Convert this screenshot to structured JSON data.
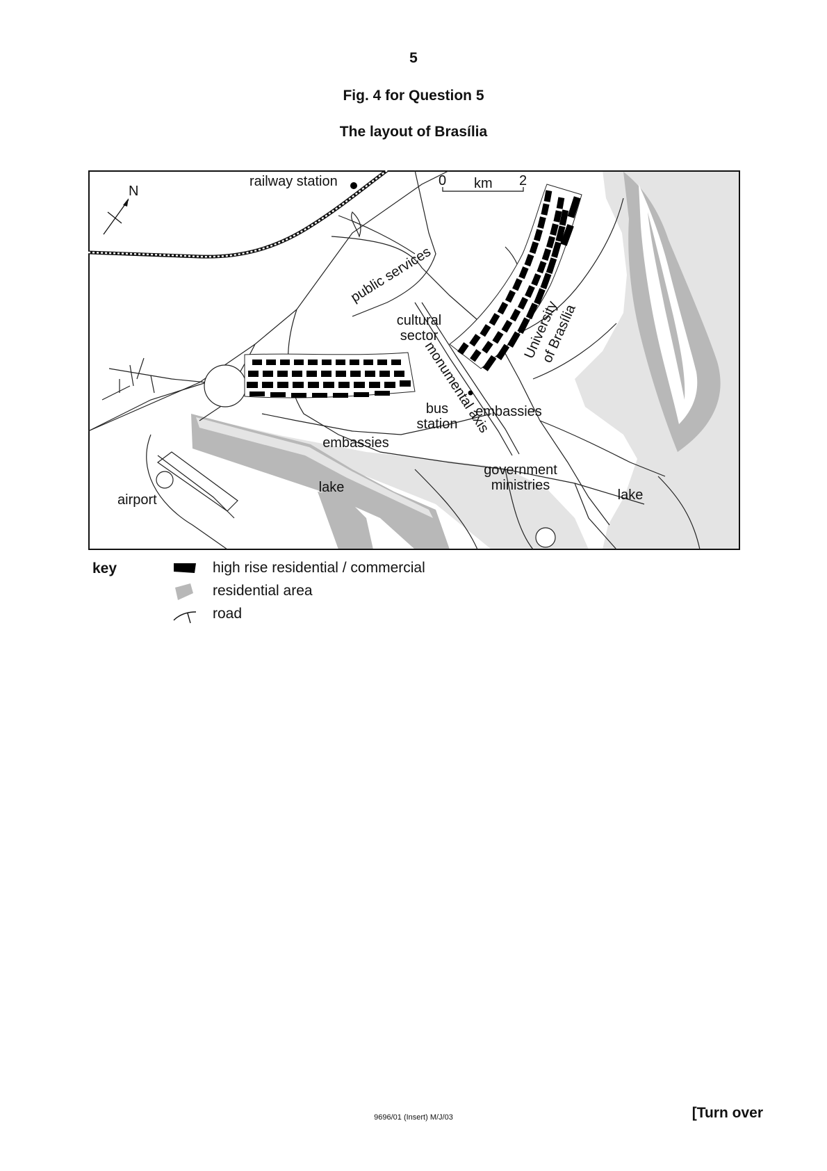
{
  "page": {
    "number": "5",
    "caption": "Fig. 4 for Question 5",
    "title": "The layout of Brasília"
  },
  "map": {
    "north_label": "N",
    "scale": {
      "start": "0",
      "unit": "km",
      "end": "2"
    },
    "labels": {
      "railway_station": "railway station",
      "public_services": "public services",
      "cultural": "cultural",
      "sector": "sector",
      "monumental_axis": "monumental axis",
      "university_line1": "University",
      "university_line2": "of Brasília",
      "bus": "bus",
      "station": "station",
      "embassies_east": "embassies",
      "embassies_south": "embassies",
      "government": "government",
      "ministries": "ministries",
      "lake_south": "lake",
      "lake_east": "lake",
      "airport": "airport"
    },
    "colors": {
      "residential": "#b8b8b8",
      "lake": "#e4e4e4",
      "highrise": "#000000",
      "road": "#222222"
    }
  },
  "key": {
    "title": "key",
    "items": [
      {
        "label": "high rise residential / commercial",
        "icon": "black-rectangle-icon"
      },
      {
        "label": "residential area",
        "icon": "grey-area-icon"
      },
      {
        "label": "road",
        "icon": "road-line-icon"
      }
    ]
  },
  "footer": {
    "code": "9696/01 (Insert) M/J/03",
    "turn_over": "[Turn over"
  }
}
